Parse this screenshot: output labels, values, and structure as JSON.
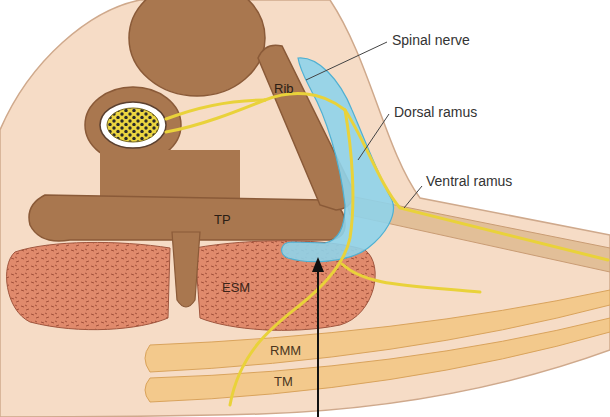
{
  "diagram": {
    "labels": [
      "Spinal nerve",
      "Dorsal ramus",
      "Ventral ramus",
      "Rib",
      "TP",
      "ESM",
      "RMM",
      "TM"
    ]
  }
}
